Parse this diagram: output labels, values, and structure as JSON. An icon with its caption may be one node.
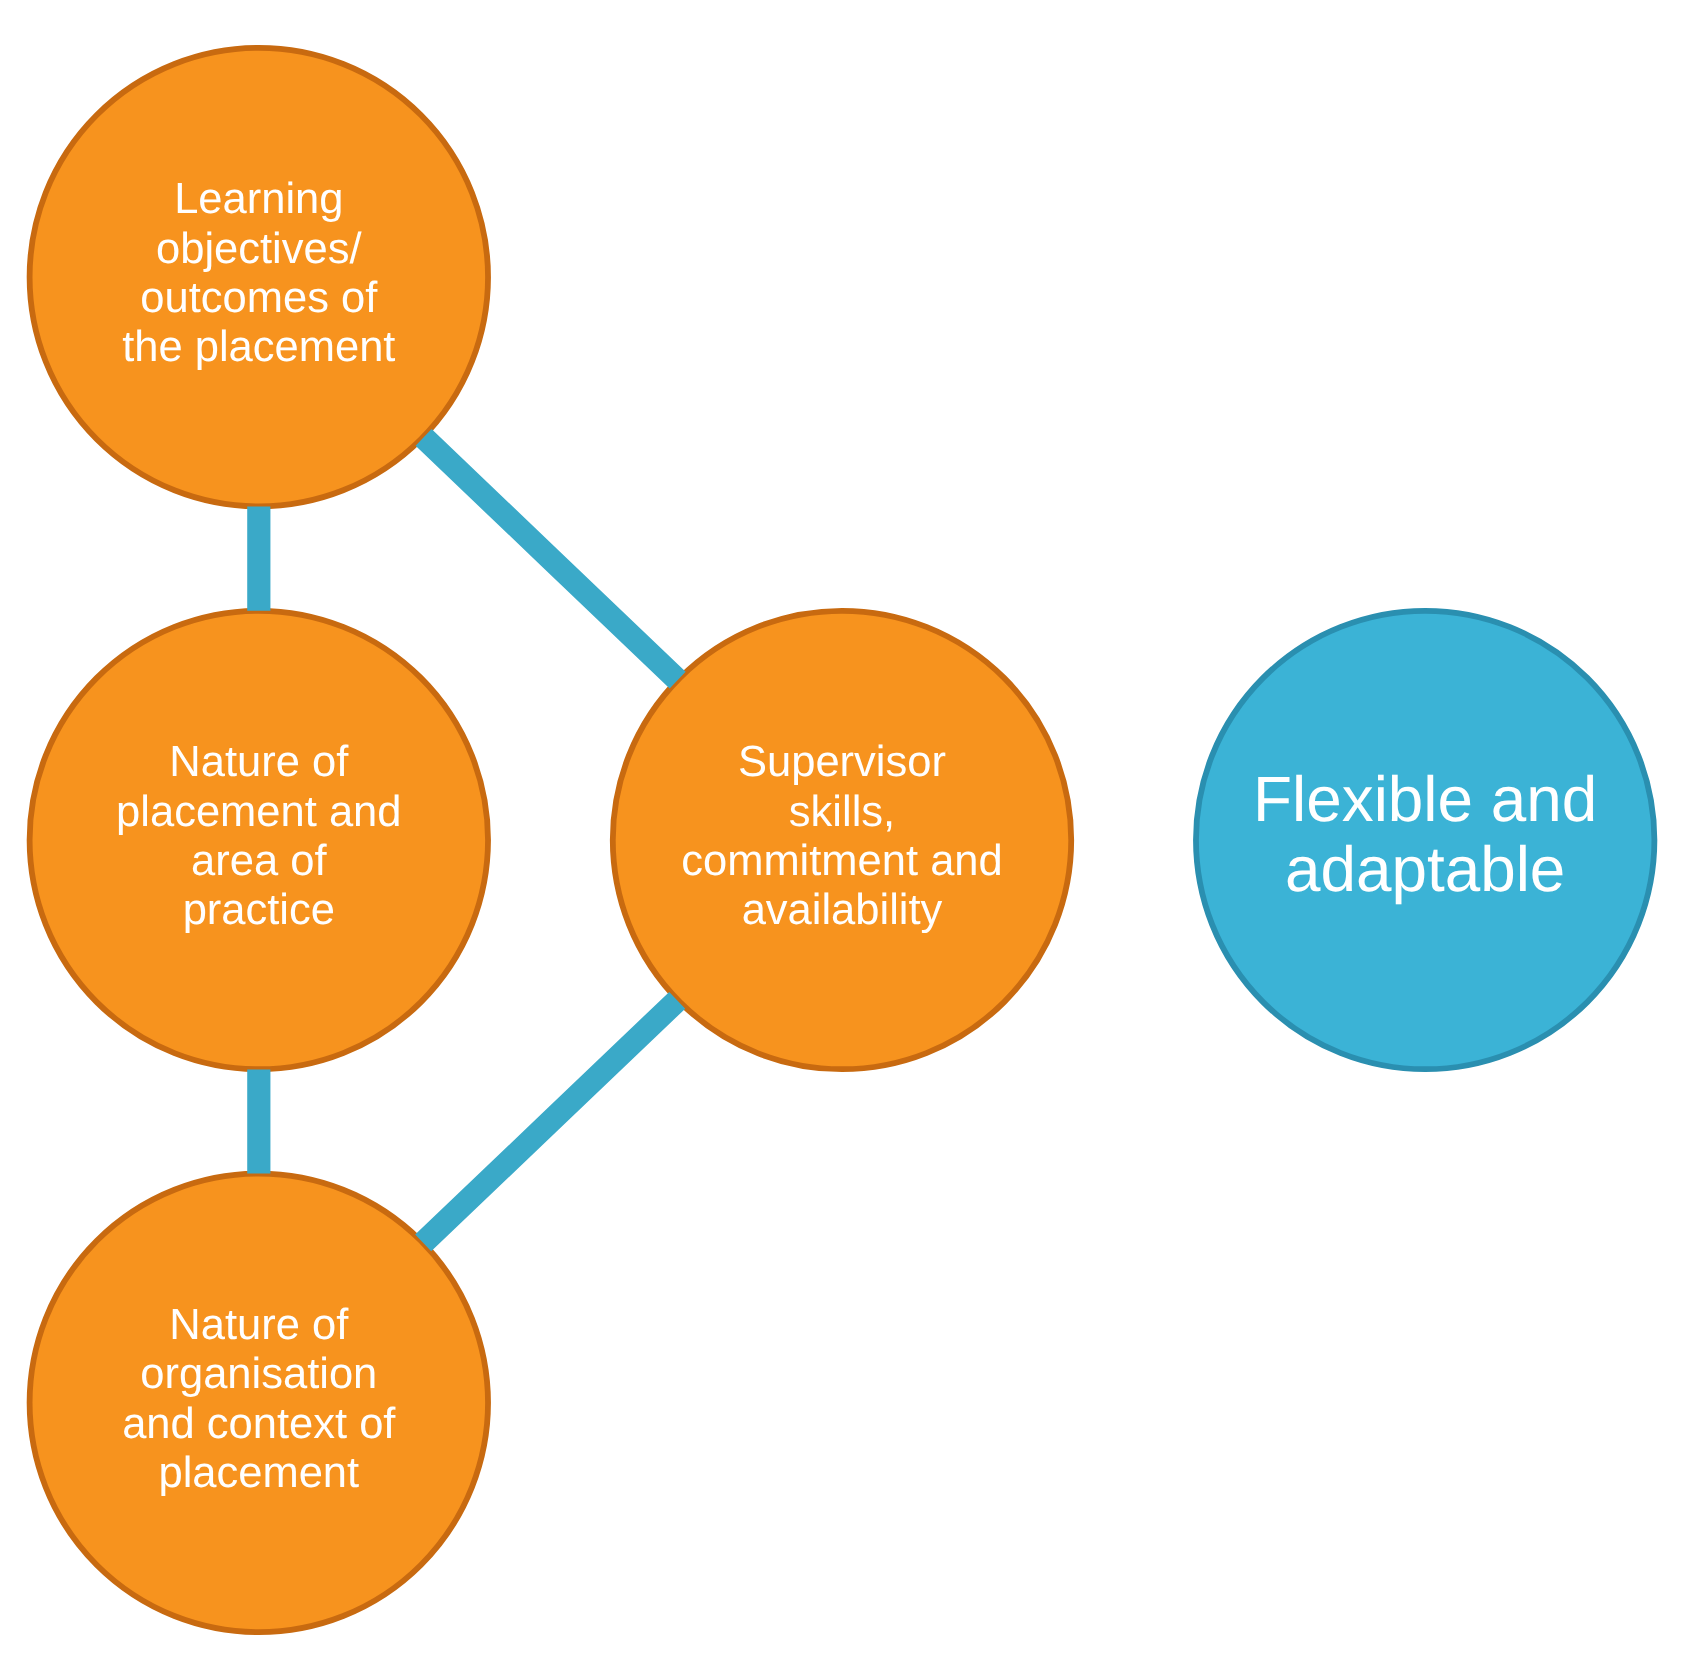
{
  "diagram": {
    "nodes": [
      {
        "text": [
          "Learning objectives/ outcomes of the placement"
        ]
      },
      {
        "text": [
          "Supervisor skills, commitment and availability"
        ]
      },
      {
        "text": [
          "Flexible and adaptable"
        ]
      },
      {
        "text": [
          "Nature of placement and area of practice"
        ]
      },
      {
        "text": [
          "Nature of organisation and context of placement"
        ]
      }
    ],
    "edges": [
      {
        "from": 0,
        "to": 3,
        "arrow": "none"
      },
      {
        "from": 3,
        "to": 4,
        "arrow": "none"
      },
      {
        "from": 4,
        "to": 1,
        "arrow": "none"
      },
      {
        "from": 1,
        "to": 0,
        "arrow": "none"
      }
    ]
  }
}
